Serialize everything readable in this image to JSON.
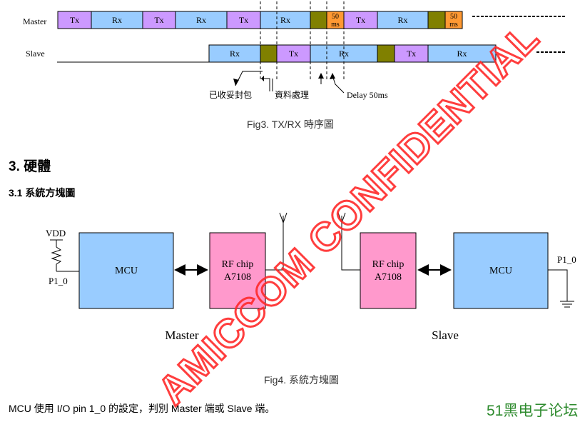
{
  "timing": {
    "master_label": "Master",
    "slave_label": "Slave",
    "master_row": [
      {
        "kind": "tx",
        "label": "Tx"
      },
      {
        "kind": "rx",
        "label": "Rx"
      },
      {
        "kind": "tx",
        "label": "Tx"
      },
      {
        "kind": "rx",
        "label": "Rx"
      },
      {
        "kind": "tx",
        "label": "Tx"
      },
      {
        "kind": "rx",
        "label": "Rx"
      },
      {
        "kind": "proc",
        "label": ""
      },
      {
        "kind": "delay",
        "label": "50 ms"
      },
      {
        "kind": "tx",
        "label": "Tx"
      },
      {
        "kind": "rx",
        "label": "Rx"
      },
      {
        "kind": "proc",
        "label": ""
      },
      {
        "kind": "delay",
        "label": "50 ms"
      }
    ],
    "slave_row": [
      {
        "kind": "rx",
        "label": "Rx"
      },
      {
        "kind": "proc",
        "label": ""
      },
      {
        "kind": "tx",
        "label": "Tx"
      },
      {
        "kind": "rx",
        "label": "Rx"
      },
      {
        "kind": "proc",
        "label": ""
      },
      {
        "kind": "tx",
        "label": "Tx"
      },
      {
        "kind": "rx",
        "label": "Rx"
      }
    ],
    "annotation_received": "已收妥封包",
    "annotation_processing": "資料處理",
    "annotation_delay": "Delay 50ms",
    "colors": {
      "tx": "#cc99ff",
      "rx": "#99ccff",
      "proc": "#808000",
      "delay": "#ff9933"
    }
  },
  "fig3_caption": "Fig3. TX/RX 時序圖",
  "section3_heading": "3. 硬體",
  "section31_heading": "3.1 系統方塊圖",
  "block_diagram": {
    "vdd_label": "VDD",
    "p10_left": "P1_0",
    "p10_right": "P1_0",
    "mcu_left": "MCU",
    "rf_left_line1": "RF chip",
    "rf_left_line2": "A7108",
    "rf_right_line1": "RF chip",
    "rf_right_line2": "A7108",
    "mcu_right": "MCU",
    "master_caption": "Master",
    "slave_caption": "Slave",
    "colors": {
      "mcu": "#99ccff",
      "rf": "#ff99cc"
    }
  },
  "fig4_caption": "Fig4. 系統方塊圖",
  "body_text": "MCU 使用 I/O pin 1_0 的設定，判別 Master 端或 Slave 端。",
  "watermark_text": "AMICCOM CONFIDENTIAL",
  "forum_logo": "51黑电子论坛"
}
